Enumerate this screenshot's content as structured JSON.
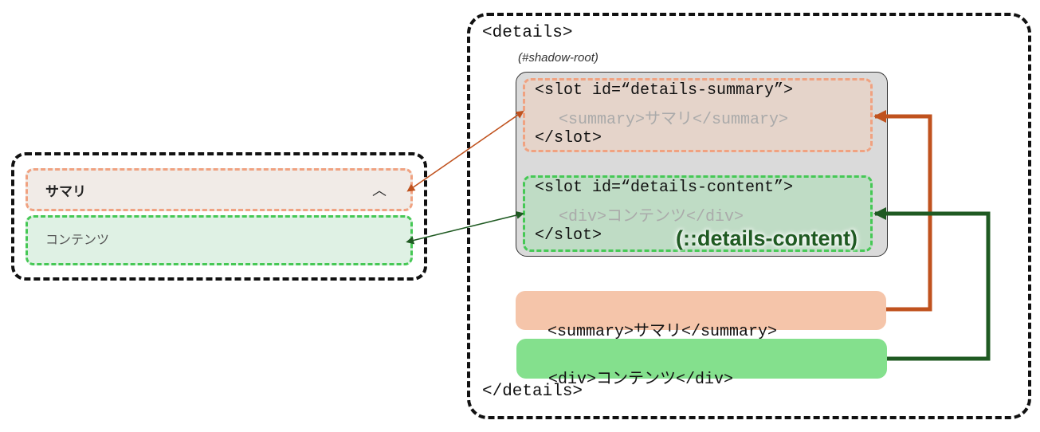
{
  "preview": {
    "summary_label": "サマリ",
    "content_label": "コンテンツ"
  },
  "structure": {
    "details_open": "<details>",
    "details_close": "</details>",
    "shadow_root_label": "(#shadow-root)",
    "slot_summary_open": "<slot id=“details-summary”>",
    "slot_summary_inner": "<summary>サマリ</summary>",
    "slot_close": "</slot>",
    "slot_content_open": "<slot id=“details-content”>",
    "slot_content_inner": "<div>コンテンツ</div>",
    "pseudo_element_label": "(::details-content)",
    "summary_element": "<summary>サマリ</summary>",
    "div_element": "<div>コンテンツ</div>"
  },
  "colors": {
    "summary_accent": "#c0521e",
    "content_accent": "#1f5a22",
    "summary_fill": "#f5c5aa",
    "content_fill": "#84e08d"
  }
}
